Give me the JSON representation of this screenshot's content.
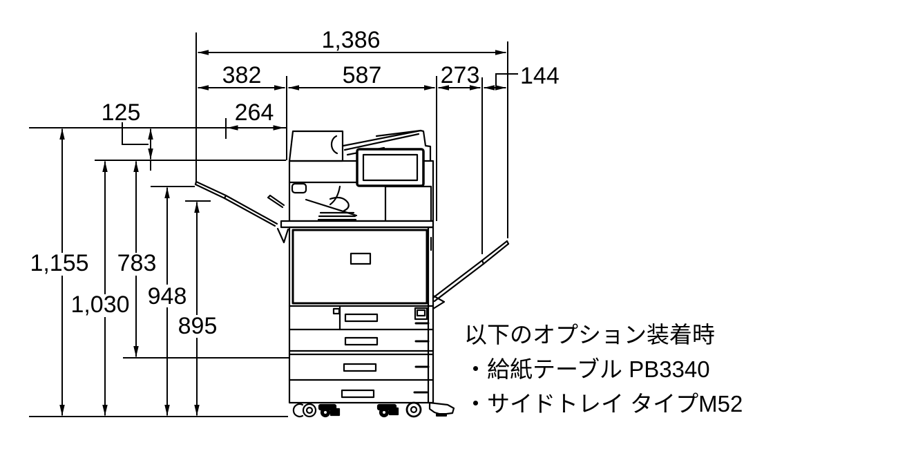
{
  "diagram": {
    "subject": "multifunction-printer-side-view-dimension-drawing",
    "unit": "mm",
    "dims": {
      "total_width": "1,386",
      "seg_left_tray": "382",
      "seg_body": "587",
      "seg_side_tray": "273",
      "seg_side_tray_ext": "144",
      "tray_projection": "264",
      "top_gap": "125",
      "h_overall": "1,155",
      "h_body_top": "1,030",
      "h_783": "783",
      "h_948": "948",
      "h_895": "895"
    },
    "note": {
      "title": "以下のオプション装着時",
      "options": [
        "・給紙テーブル PB3340",
        "・サイドトレイ タイプM52"
      ]
    },
    "colors": {
      "line": "#000000",
      "background": "#ffffff"
    }
  }
}
